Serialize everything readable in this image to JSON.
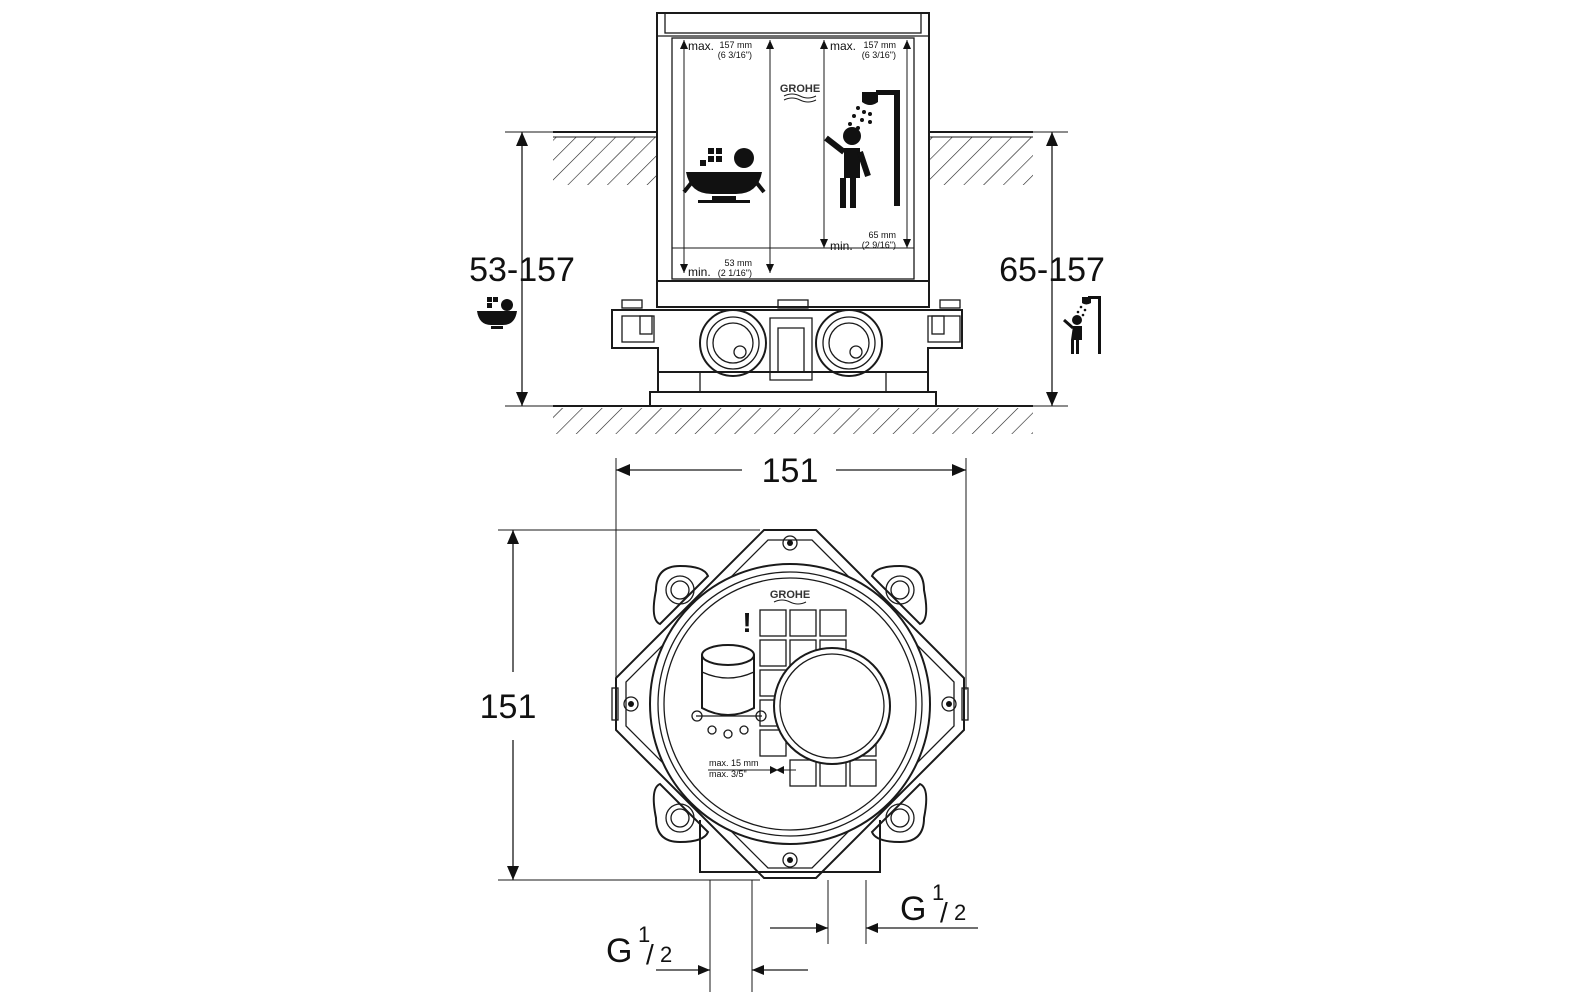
{
  "side_view": {
    "left_height": "53-157",
    "right_height": "65-157",
    "brand": "GROHE",
    "bath_max_label": "max.",
    "bath_max_mm": "157 mm",
    "bath_max_in": "(6 3/16\")",
    "shower_max_label": "max.",
    "shower_max_mm": "157 mm",
    "shower_max_in": "(6 3/16\")",
    "bath_min_label": "min.",
    "bath_min_mm": "53 mm",
    "bath_min_in": "(2 1/16\")",
    "shower_min_label": "min.",
    "shower_min_mm": "65 mm",
    "shower_min_in": "(2 9/16\")",
    "icons": [
      "bathtub-icon",
      "shower-icon"
    ]
  },
  "top_view": {
    "width": "151",
    "height": "151",
    "brand": "GROHE",
    "warning": "!",
    "gap_mm": "max. 15 mm",
    "gap_in": "max. 3/5\"",
    "thread_right_main": "G",
    "thread_right_num": "1",
    "thread_right_den": "2",
    "thread_left_main": "G",
    "thread_left_num": "1",
    "thread_left_den": "2"
  }
}
